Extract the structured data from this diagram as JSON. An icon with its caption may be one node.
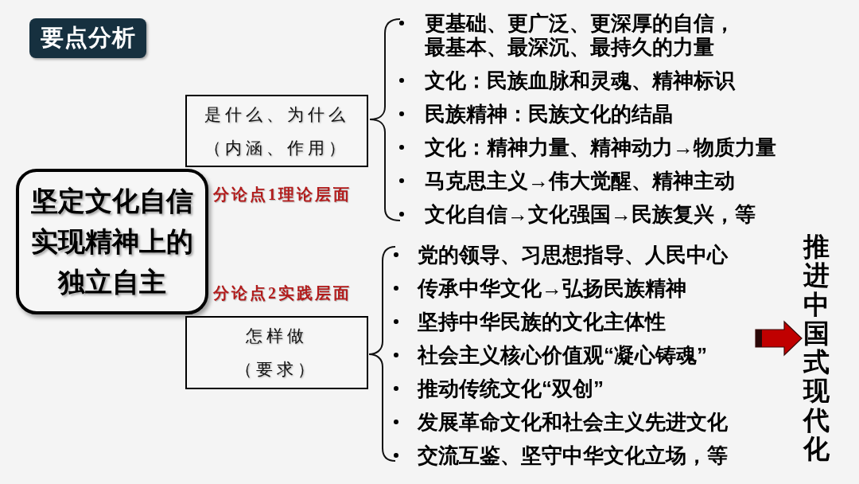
{
  "diagram": {
    "title": "要点分析",
    "nodes": [
      {
        "text": [
          "坚定文化自信实现精神上的独立自主"
        ]
      },
      {
        "text": [
          "是什么、为什么",
          "（内涵、作用）"
        ]
      },
      {
        "text": [
          "怎样做",
          "（要求）"
        ]
      },
      {
        "text": [
          "推进中国式现代化"
        ]
      }
    ],
    "edges": [
      {
        "from": null,
        "to": 3,
        "arrow": "to",
        "color": "#c00000"
      }
    ],
    "labels": [
      "更基础、更广泛、更深厚的自信，最基本、最深沉、最持久的力量",
      "文化：民族血脉和灵魂、精神标识",
      "民族精神：民族文化的结晶",
      "文化：精神力量、精神动力→物质力量",
      "马克思主义→伟大觉醒、精神主动",
      "文化自信→文化强国→民族复兴，等",
      "分论点1理论层面",
      "分论点2实践层面",
      "党的领导、习思想指导、人民中心",
      "传承中华文化→弘扬民族精神",
      "坚持中华民族的文化主体性",
      "社会主义核心价值观“凝心铸魂”",
      "推动传统文化“双创”",
      "发展革命文化和社会主义先进文化",
      "交流互鉴、坚守中华文化立场，等"
    ]
  }
}
